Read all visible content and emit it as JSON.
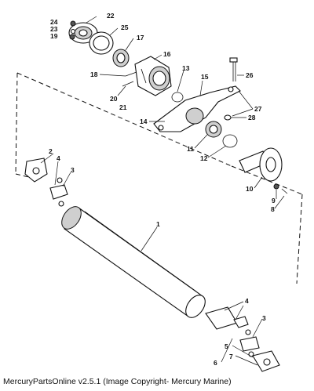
{
  "footer": {
    "text": "MercuryPartsOnline v2.5.1 (Image Copyright- Mercury Marine)"
  },
  "callouts": {
    "c1": "1",
    "c2": "2",
    "c3": "3",
    "c3b": "3",
    "c4": "4",
    "c4b": "4",
    "c5": "5",
    "c6": "6",
    "c7": "7",
    "c8": "8",
    "c9": "9",
    "c10": "10",
    "c11": "11",
    "c12": "12",
    "c13": "13",
    "c14": "14",
    "c15": "15",
    "c16": "16",
    "c17": "17",
    "c18": "18",
    "c19": "19",
    "c20": "20",
    "c21": "21",
    "c22": "22",
    "c23": "23",
    "c24": "24",
    "c25": "25",
    "c26": "26",
    "c27": "27",
    "c28": "28"
  }
}
